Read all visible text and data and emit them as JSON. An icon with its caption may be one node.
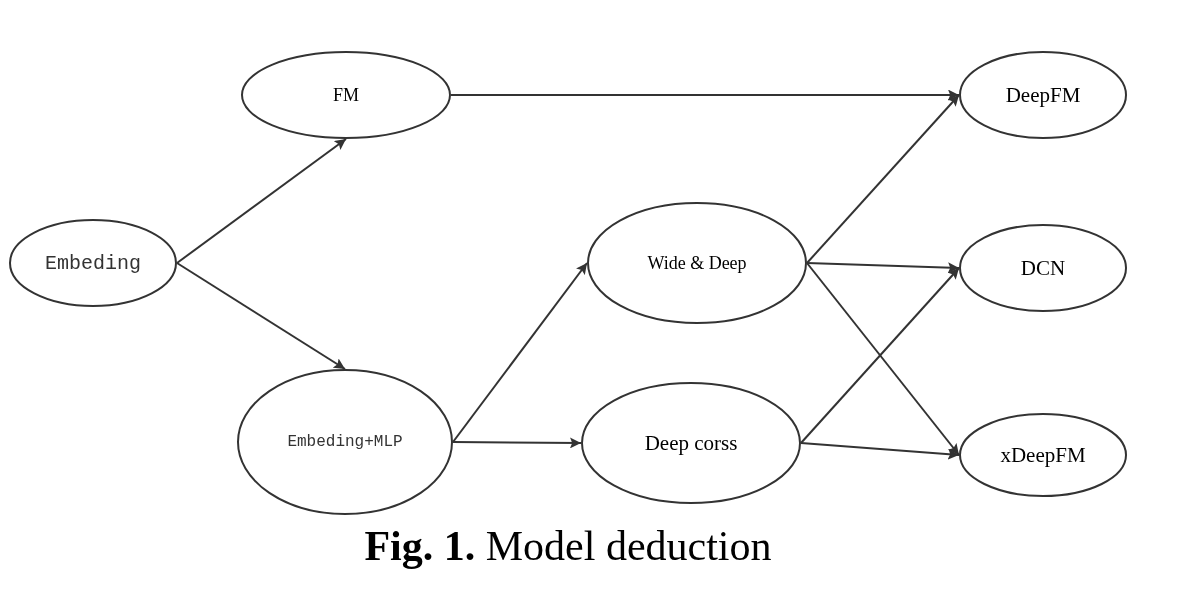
{
  "diagram": {
    "caption": "**Fig. 1.** Model deduction",
    "nodes": [
      {
        "text": [
          "Embeding"
        ]
      },
      {
        "text": [
          "FM"
        ]
      },
      {
        "text": [
          "Embeding+MLP"
        ]
      },
      {
        "text": [
          "Wide & Deep"
        ]
      },
      {
        "text": [
          "Deep corss"
        ]
      },
      {
        "text": [
          "DeepFM"
        ]
      },
      {
        "text": [
          "DCN"
        ]
      },
      {
        "text": [
          "xDeepFM"
        ]
      }
    ],
    "edges": [
      {
        "from": 0,
        "to": 1,
        "arrow": "to"
      },
      {
        "from": 0,
        "to": 2,
        "arrow": "to"
      },
      {
        "from": 1,
        "to": 5,
        "arrow": "to"
      },
      {
        "from": 2,
        "to": 3,
        "arrow": "to"
      },
      {
        "from": 2,
        "to": 4,
        "arrow": "to"
      },
      {
        "from": 3,
        "to": 5,
        "arrow": "to"
      },
      {
        "from": 3,
        "to": 6,
        "arrow": "to"
      },
      {
        "from": 3,
        "to": 7,
        "arrow": "to"
      },
      {
        "from": 4,
        "to": 6,
        "arrow": "to"
      },
      {
        "from": 4,
        "to": 7,
        "arrow": "to"
      }
    ]
  }
}
